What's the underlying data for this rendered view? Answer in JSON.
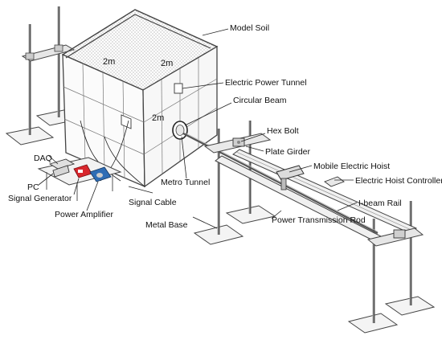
{
  "dimensions": {
    "top_width": "2m",
    "top_depth": "2m",
    "side_height": "2m"
  },
  "labels": {
    "model_soil": "Model Soil",
    "electric_power_tunnel": "Electric Power Tunnel",
    "circular_beam": "Circular Beam",
    "hex_bolt": "Hex Bolt",
    "plate_girder": "Plate Girder",
    "mobile_electric_hoist": "Mobile Electric Hoist",
    "electric_hoist_controller": "Electric Hoist Controller",
    "i_beam_rail": "I-beam Rail",
    "power_transmission_rod": "Power Transmission Rod",
    "metal_base": "Metal Base",
    "metro_tunnel": "Metro Tunnel",
    "signal_cable": "Signal Cable",
    "daq": "DAQ",
    "pc": "PC",
    "signal_generator": "Signal Generator",
    "power_amplifier": "Power Amplifier"
  },
  "colors": {
    "signal_generator": "#d8262c",
    "power_amplifier": "#2f6db5",
    "line": "#444444"
  }
}
